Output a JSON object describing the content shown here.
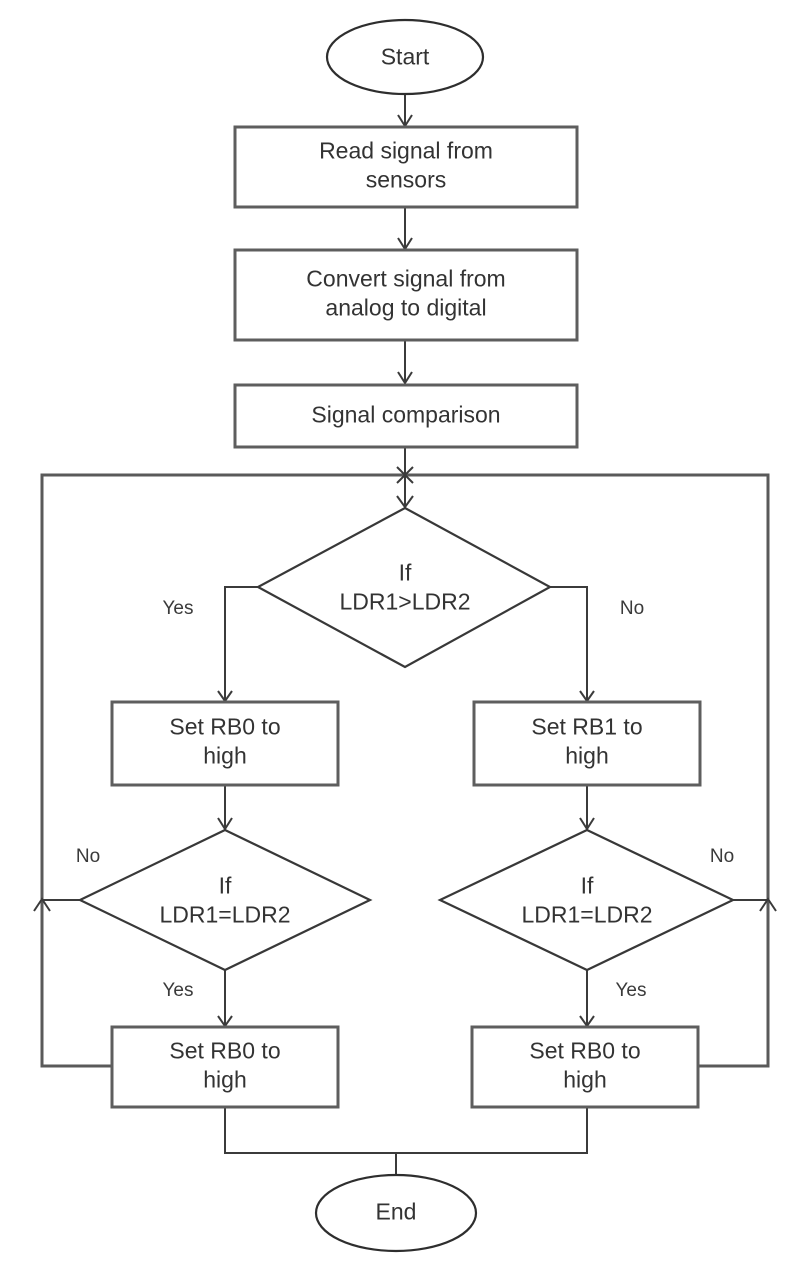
{
  "diagram": {
    "type": "flowchart",
    "colors": {
      "background": "#ffffff",
      "flow_line": "#3b3b3b",
      "box_border": "#5e5e5e",
      "text": "#333333"
    },
    "nodes": {
      "start": {
        "shape": "oval",
        "label": "Start"
      },
      "read_signal": {
        "shape": "process",
        "label": [
          "Read signal from",
          "sensors"
        ]
      },
      "convert_signal": {
        "shape": "process",
        "label": [
          "Convert signal from",
          "analog to digital"
        ]
      },
      "signal_comparison": {
        "shape": "process",
        "label": "Signal comparison"
      },
      "if_ldr1_gt_ldr2": {
        "shape": "decision",
        "label": [
          "If",
          "LDR1>LDR2"
        ]
      },
      "set_rb0_high": {
        "shape": "process",
        "label": [
          "Set RB0 to",
          "high"
        ]
      },
      "set_rb1_high": {
        "shape": "process",
        "label": [
          "Set RB1 to",
          "high"
        ]
      },
      "if_ldr1_eq_ldr2_left": {
        "shape": "decision",
        "label": [
          "If",
          "LDR1=LDR2"
        ]
      },
      "if_ldr1_eq_ldr2_right": {
        "shape": "decision",
        "label": [
          "If",
          "LDR1=LDR2"
        ]
      },
      "set_rb0_high_final_left": {
        "shape": "process",
        "label": [
          "Set RB0 to",
          "high"
        ]
      },
      "set_rb0_high_final_right": {
        "shape": "process",
        "label": [
          "Set RB0 to",
          "high"
        ]
      },
      "end": {
        "shape": "oval",
        "label": "End"
      }
    },
    "edge_labels": {
      "gt_yes": "Yes",
      "gt_no": "No",
      "eq_left_no": "No",
      "eq_right_no": "No",
      "eq_left_yes": "Yes",
      "eq_right_yes": "Yes"
    },
    "edges": [
      {
        "from": "start",
        "to": "read_signal"
      },
      {
        "from": "read_signal",
        "to": "convert_signal"
      },
      {
        "from": "convert_signal",
        "to": "signal_comparison"
      },
      {
        "from": "signal_comparison",
        "to": "if_ldr1_gt_ldr2"
      },
      {
        "from": "if_ldr1_gt_ldr2",
        "to": "set_rb0_high",
        "label": "Yes"
      },
      {
        "from": "if_ldr1_gt_ldr2",
        "to": "set_rb1_high",
        "label": "No"
      },
      {
        "from": "set_rb0_high",
        "to": "if_ldr1_eq_ldr2_left"
      },
      {
        "from": "set_rb1_high",
        "to": "if_ldr1_eq_ldr2_right"
      },
      {
        "from": "if_ldr1_eq_ldr2_left",
        "to": "if_ldr1_gt_ldr2",
        "label": "No",
        "style": "loop-left"
      },
      {
        "from": "if_ldr1_eq_ldr2_right",
        "to": "if_ldr1_gt_ldr2",
        "label": "No",
        "style": "loop-right"
      },
      {
        "from": "if_ldr1_eq_ldr2_left",
        "to": "set_rb0_high_final_left",
        "label": "Yes"
      },
      {
        "from": "if_ldr1_eq_ldr2_right",
        "to": "set_rb0_high_final_right",
        "label": "Yes"
      },
      {
        "from": "set_rb0_high_final_left",
        "to": "end"
      },
      {
        "from": "set_rb0_high_final_right",
        "to": "end"
      }
    ]
  }
}
